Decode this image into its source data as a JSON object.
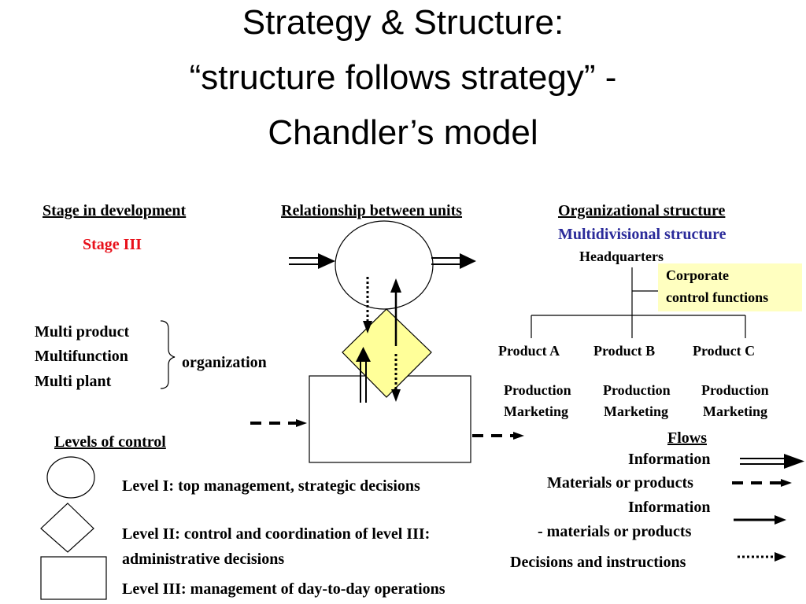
{
  "title": {
    "line1": "Strategy & Structure:",
    "line2": "“structure follows strategy” -",
    "line3": "Chandler’s model"
  },
  "headers": {
    "stage": "Stage in development",
    "relationship": "Relationship between units",
    "org_structure": "Organizational structure"
  },
  "stage": "Stage III",
  "org_type": "Multidivisional structure",
  "features": [
    "Multi product",
    "Multifunction",
    "Multi plant"
  ],
  "organization": "organization",
  "headquarters": "Headquarters",
  "corporate": [
    "Corporate",
    "control functions"
  ],
  "products": [
    "Product A",
    "Product B",
    "Product C"
  ],
  "functions": {
    "production": "Production",
    "marketing": "Marketing"
  },
  "levels": {
    "header": "Levels of control",
    "level1": "Level  I: top management, strategic decisions",
    "level2a": "Level  II: control and coordination of level III:",
    "level2b": "administrative decisions",
    "level3": "Level  III: management of day-to-day operations"
  },
  "flows": {
    "header": "Flows",
    "information": "Information",
    "materials": "Materials or products",
    "information2": "Information",
    "info_materials": "- materials or products",
    "decisions": "Decisions and instructions"
  },
  "colors": {
    "stage": "#e8101a",
    "org_type": "#2b2b9a",
    "diamond_fill": "#ffff99",
    "note_fill": "#ffffc0"
  }
}
